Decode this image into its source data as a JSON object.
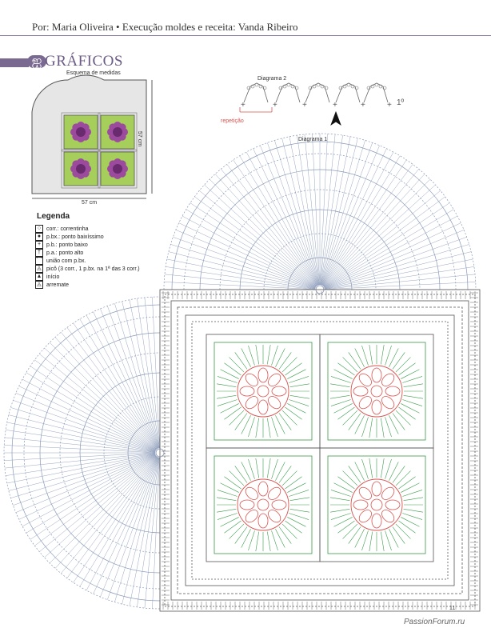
{
  "header": {
    "credit": "Por: Maria Oliveira • Execução moldes e receita: Vanda Ribeiro"
  },
  "section": {
    "title": "GRÁFICOS",
    "ornament": "ஐ"
  },
  "schematic": {
    "title": "Esquema de medidas",
    "width_label": "57 cm",
    "height_label": "57 cm",
    "colors": {
      "panel": "#e6e6e6",
      "square": "#a6ce5a",
      "flower": "#9b4a9e",
      "flower_center": "#6a2a6e"
    }
  },
  "diagram2": {
    "title": "Diagrama 2",
    "repeat_label": "repetição",
    "start_label": "1º"
  },
  "diagram1": {
    "title": "Diagrama 1",
    "colors": {
      "stitch": "#8a9ab8",
      "flower": "#d9534f",
      "leaves": "#3a9a4a",
      "frame": "#555555"
    }
  },
  "legend": {
    "title": "Legenda",
    "items": [
      {
        "symbol": "○",
        "text": "corr.: correntinha"
      },
      {
        "symbol": "●",
        "text": "p.bx.: ponto baixíssimo"
      },
      {
        "symbol": "+",
        "text": "p.b.: ponto baixo"
      },
      {
        "symbol": "†",
        "text": "p.a.: ponto alto"
      },
      {
        "symbol": "⌒",
        "text": "união com p.bx."
      },
      {
        "symbol": "◬",
        "text": "picô (3 corr., 1 p.bx. na 1ª das 3 corr.)"
      },
      {
        "symbol": "▲",
        "text": "início"
      },
      {
        "symbol": "◬",
        "text": "arremate"
      }
    ]
  },
  "footer": {
    "page_number": "11",
    "watermark": "PassionForum.ru"
  }
}
